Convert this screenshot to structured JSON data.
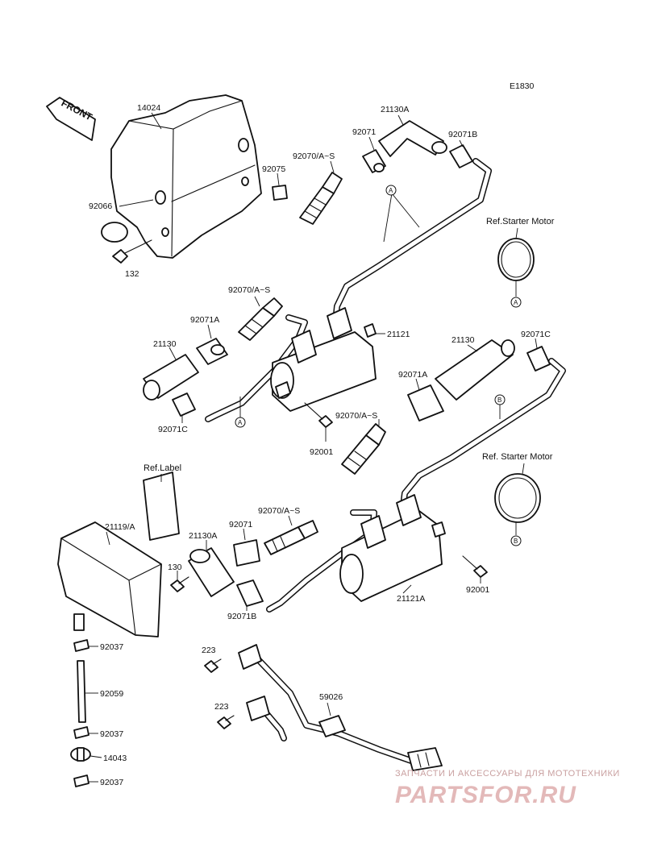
{
  "diagram_code": "E1830",
  "front_arrow": "FRONT",
  "labels": {
    "p14024": "14024",
    "p92066": "92066",
    "p132": "132",
    "p92075": "92075",
    "p92070_top": "92070/A~S",
    "p92071_top": "92071",
    "p21130A_top": "21130A",
    "p92071B_top": "92071B",
    "p92070_mid": "92070/A~S",
    "p92071A_left": "92071A",
    "p21130_left": "21130",
    "p92071C_left": "92071C",
    "p21121": "21121",
    "p92001_mid": "92001",
    "p21130_right": "21130",
    "p92071C_right": "92071C",
    "p92071A_right": "92071A",
    "p92070_right": "92070/A~S",
    "ref_starter_a": "Ref.Starter Motor",
    "ref_starter_b": "Ref. Starter Motor",
    "ref_label": "Ref.Label",
    "p21119A": "21119/A",
    "p130": "130",
    "p21130A_low": "21130A",
    "p92071_low": "92071",
    "p92070_low": "92070/A~S",
    "p92071B_low": "92071B",
    "p21121A": "21121A",
    "p92001_low": "92001",
    "p92037_a": "92037",
    "p92059": "92059",
    "p92037_b": "92037",
    "p14043": "14043",
    "p92037_c": "92037",
    "p223_a": "223",
    "p223_b": "223",
    "p59026": "59026"
  },
  "callouts": {
    "a": "A",
    "b": "B"
  },
  "watermark": {
    "tagline": "ЗАПЧАСТИ И АКСЕССУАРЫ ДЛЯ МОТОТЕХНИКИ",
    "brand": "PARTSFOR.RU"
  },
  "colors": {
    "ink": "#111111",
    "watermark": "#e3b9b9"
  }
}
